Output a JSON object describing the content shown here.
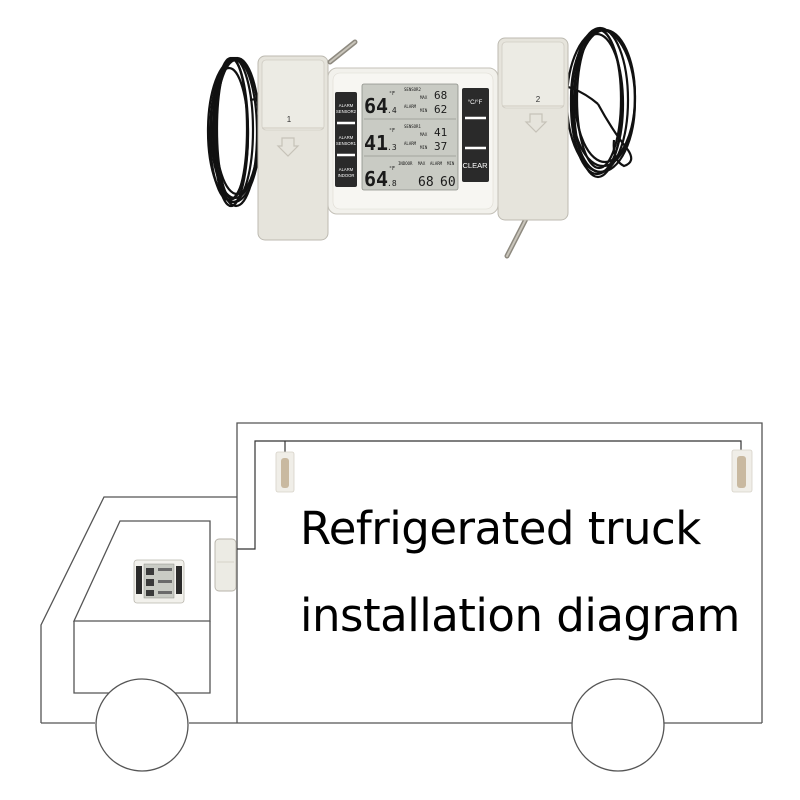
{
  "caption": {
    "line1": "Refrigerated truck",
    "line2": "installation diagram"
  },
  "thermometer": {
    "left_buttons": [
      "ALARM SENSOR2",
      "ALARM SENSOR1",
      "ALARM INDOOR"
    ],
    "right_buttons": [
      "°C/°F",
      "",
      "CLEAR"
    ],
    "rows": [
      {
        "label": "SENSOR2",
        "temp": "64",
        "decimal": ".4",
        "unit": "°F",
        "max_label": "MAX",
        "max": "68",
        "min_label": "MIN",
        "min": "62",
        "alarm": "ALARM"
      },
      {
        "label": "SENSOR1",
        "temp": "41",
        "decimal": ".3",
        "unit": "°F",
        "max_label": "MAX",
        "max": "41",
        "min_label": "MIN",
        "min": "37",
        "alarm": "ALARM"
      },
      {
        "label": "INDOOR",
        "temp": "64",
        "decimal": ".8",
        "unit": "°F",
        "max_label": "MAX",
        "max": "68",
        "min_label": "MIN",
        "min": "60",
        "alarm": "ALARM"
      }
    ]
  },
  "sensors": {
    "left_number": "1",
    "right_number": "2"
  },
  "colors": {
    "lcd_background": "#c9cbc4",
    "button_dark": "#2a2a2a",
    "sensor_body": "#e6e4dc",
    "cable": "#111111",
    "truck_outline": "#555555"
  }
}
